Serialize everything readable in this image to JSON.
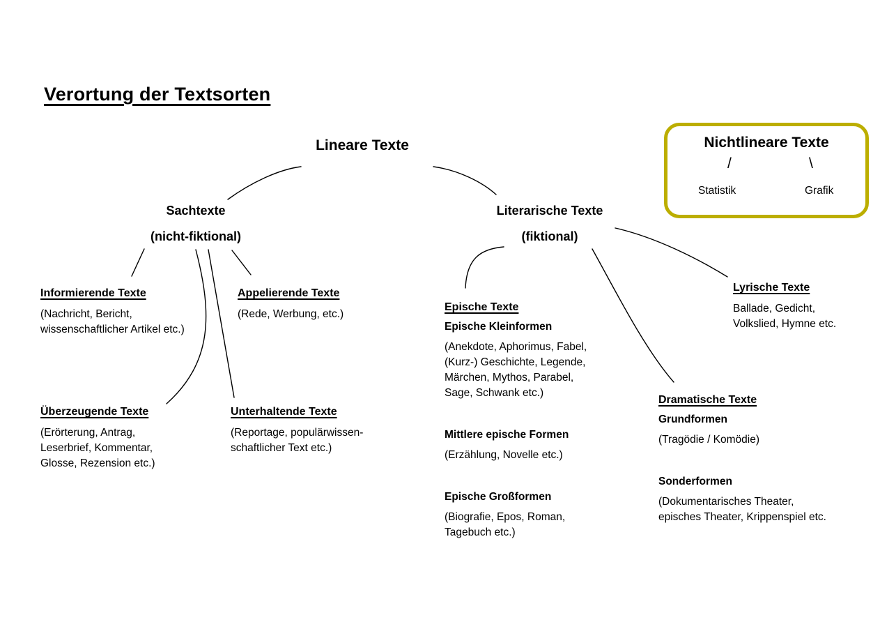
{
  "title": "Verortung der Textsorten",
  "linear": {
    "label": "Lineare Texte"
  },
  "nonlinear": {
    "label": "Nichtlineare Texte",
    "slash_left": "/",
    "slash_right": "\\",
    "item_left": "Statistik",
    "item_right": "Grafik",
    "border_color": "#bcae00"
  },
  "sachtexte": {
    "label": "Sachtexte",
    "sublabel": "(nicht-fiktional)",
    "informierende": {
      "heading": "Informierende Texte",
      "body": "(Nachricht, Bericht,\nwissenschaftlicher Artikel etc.)"
    },
    "appelierende": {
      "heading": "Appelierende Texte",
      "body": "(Rede, Werbung, etc.)"
    },
    "ueberzeugende": {
      "heading": "Überzeugende Texte",
      "body": "(Erörterung, Antrag,\nLeserbrief, Kommentar,\nGlosse, Rezension etc.)"
    },
    "unterhaltende": {
      "heading": "Unterhaltende Texte",
      "body": "(Reportage, populärwissen-\nschaftlicher Text etc.)"
    }
  },
  "literarische": {
    "label": "Literarische Texte",
    "sublabel": "(fiktional)",
    "epische": {
      "heading": "Epische Texte",
      "kleinformen": {
        "subheading": "Epische Kleinformen",
        "body": "(Anekdote, Aphorimus, Fabel,\n(Kurz-) Geschichte, Legende,\nMärchen, Mythos, Parabel,\nSage, Schwank etc.)"
      },
      "mittlere": {
        "subheading": "Mittlere epische Formen",
        "body": "(Erzählung, Novelle etc.)"
      },
      "grossformen": {
        "subheading": "Epische Großformen",
        "body": "(Biografie, Epos, Roman,\nTagebuch etc.)"
      }
    },
    "dramatische": {
      "heading": "Dramatische Texte",
      "grundformen": {
        "subheading": "Grundformen",
        "body": "(Tragödie / Komödie)"
      },
      "sonderformen": {
        "subheading": "Sonderformen",
        "body": "(Dokumentarisches Theater,\nepisches Theater, Krippenspiel etc."
      }
    },
    "lyrische": {
      "heading": "Lyrische Texte",
      "body": "Ballade, Gedicht,\nVolkslied, Hymne etc."
    }
  }
}
